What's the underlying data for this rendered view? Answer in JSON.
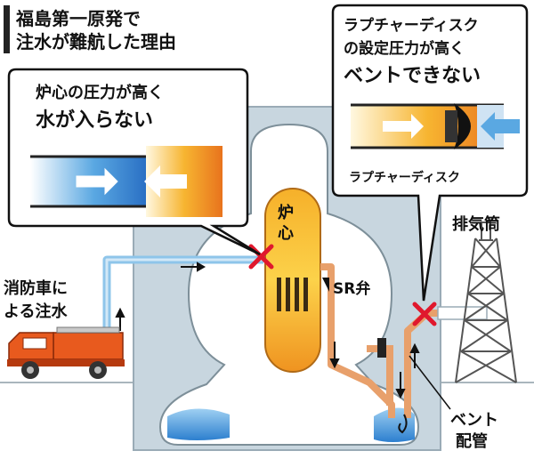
{
  "title": {
    "line1": "福島第一原発で",
    "line2": "注水が難航した理由"
  },
  "callout_left": {
    "line1": "炉心の圧力が高く",
    "line2": "水が入らない"
  },
  "callout_right": {
    "line1": "ラプチャーディスク",
    "line2": "の設定圧力が高く",
    "line3": "ベントできない",
    "disk_label": "ラプチャーディスク"
  },
  "labels": {
    "core_1": "炉",
    "core_2": "心",
    "sr_valve": "SR弁",
    "fire_truck_1": "消防車に",
    "fire_truck_2": "よる注水",
    "stack": "排気筒",
    "vent_pipe_1": "ベント",
    "vent_pipe_2": "配管"
  },
  "colors": {
    "building": "#c8d6df",
    "pipe_water": "#8ec5ea",
    "pipe_vent": "#e8a06b",
    "cross": "#e0182d",
    "truck": "#e85a1e"
  }
}
